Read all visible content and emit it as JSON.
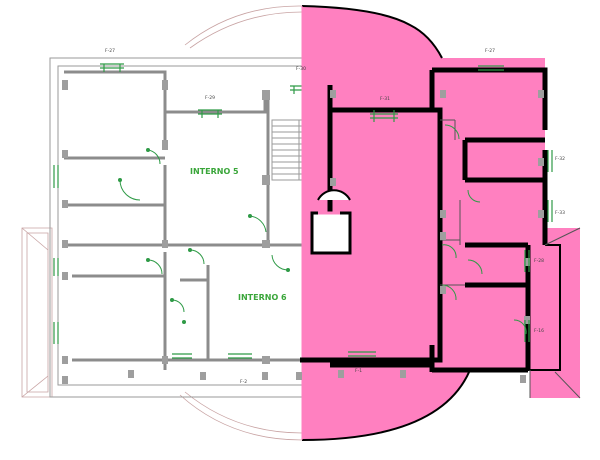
{
  "plan": {
    "rooms": [
      {
        "label": "INTERNO 5"
      },
      {
        "label": "INTERNO 6"
      }
    ],
    "windows": [
      "F-27",
      "F-29",
      "F-30",
      "F-31",
      "F-27",
      "F-32",
      "F-33",
      "F-28",
      "F-1",
      "F-2",
      "F-16"
    ],
    "colors": {
      "highlight": "#ff80c0",
      "walls": "#000000",
      "lines": "#9a9a9a",
      "fixtures": "#2e9a46"
    }
  }
}
